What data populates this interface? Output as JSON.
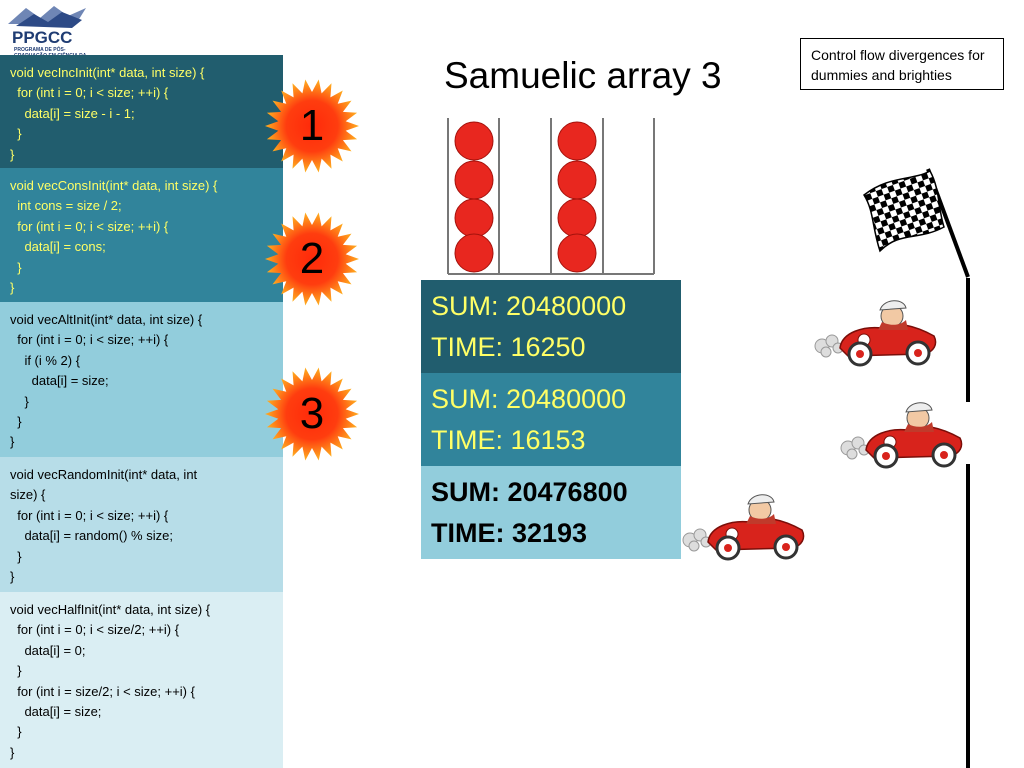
{
  "logo": {
    "text": "PPGCC",
    "subtitle": "PROGRAMA DE PÓS-GRADUAÇÃO EM CIÊNCIA DA COMPUTAÇÃO"
  },
  "title": "Samuelic array 3",
  "note": "Control flow divergences for dummies and brighties",
  "code_blocks": [
    {
      "code": "void vecIncInit(int* data, int size) {\n  for (int i = 0; i < size; ++i) {\n    data[i] = size - i - 1;\n  }\n}"
    },
    {
      "code": "void vecConsInit(int* data, int size) {\n  int cons = size / 2;\n  for (int i = 0; i < size; ++i) {\n    data[i] = cons;\n  }\n}"
    },
    {
      "code": "void vecAltInit(int* data, int size) {\n  for (int i = 0; i < size; ++i) {\n    if (i % 2) {\n      data[i] = size;\n    }\n  }\n}"
    },
    {
      "code": "void vecRandomInit(int* data, int\nsize) {\n  for (int i = 0; i < size; ++i) {\n    data[i] = random() % size;\n  }\n}"
    },
    {
      "code": "void vecHalfInit(int* data, int size) {\n  for (int i = 0; i < size/2; ++i) {\n    data[i] = 0;\n  }\n  for (int i = size/2; i < size; ++i) {\n    data[i] = size;\n  }\n}"
    }
  ],
  "badges": [
    "1",
    "2",
    "3"
  ],
  "results": [
    {
      "sum": "SUM: 20480000",
      "time": "TIME: 16250"
    },
    {
      "sum": "SUM: 20480000",
      "time": "TIME: 16153"
    },
    {
      "sum": "SUM: 20476800",
      "time": "TIME: 32193"
    }
  ],
  "colors": {
    "dark_teal": "#215d6e",
    "teal": "#31849b",
    "light_teal": "#92cddc",
    "lighter_teal": "#b7dde8",
    "lightest_teal": "#daeef3",
    "yellow_text": "#ffff66",
    "bead_red": "#e8271f",
    "car_red": "#d8231c"
  },
  "icons": [
    "ppgcc-logo-icon",
    "starburst-icon",
    "checkered-flag-icon",
    "race-car-icon"
  ]
}
